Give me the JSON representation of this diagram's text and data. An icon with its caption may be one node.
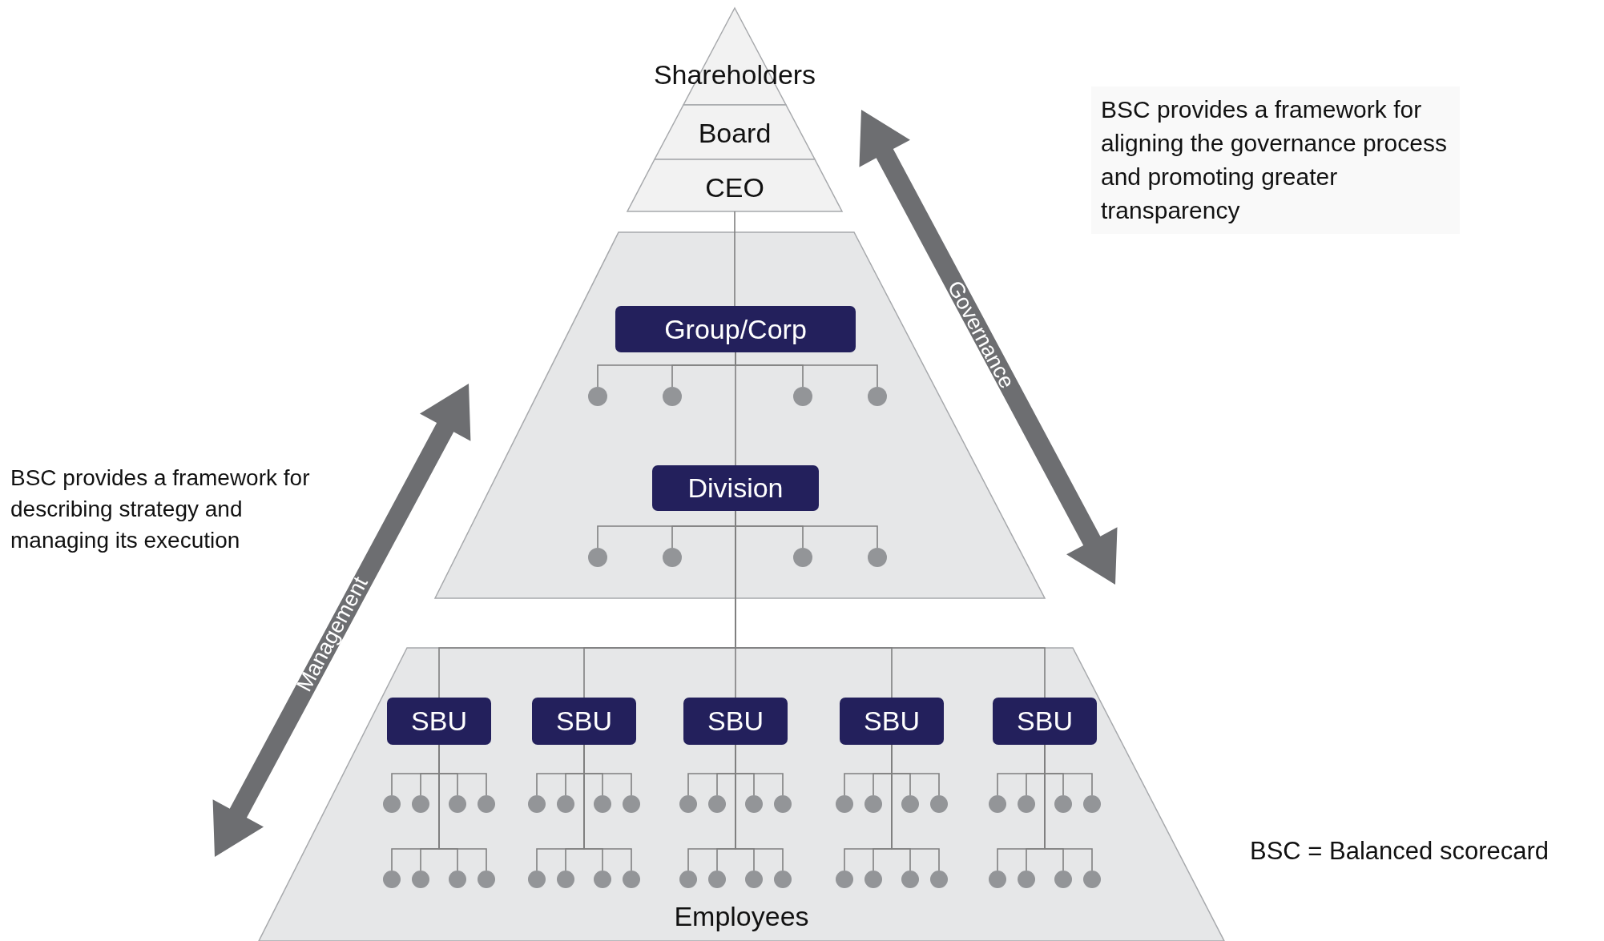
{
  "diagram": {
    "nodes": [
      {
        "text": [
          "Shareholders"
        ]
      },
      {
        "text": [
          "Board"
        ]
      },
      {
        "text": [
          "CEO"
        ]
      },
      {
        "text": [],
        "shape": "trapezoid"
      },
      {
        "text": [
          "Group/Corp"
        ],
        "in": 3
      },
      {
        "text": [
          "Division"
        ],
        "in": 3
      },
      {
        "text": [
          "Employees"
        ]
      },
      {
        "text": [
          "SBU"
        ],
        "in": 6
      },
      {
        "text": [
          "SBU"
        ],
        "in": 6
      },
      {
        "text": [
          "SBU"
        ],
        "in": 6
      },
      {
        "text": [
          "SBU"
        ],
        "in": 6
      },
      {
        "text": [
          "SBU"
        ],
        "in": 6
      },
      {
        "text": [],
        "shape": "circle",
        "in": 3
      },
      {
        "text": [],
        "shape": "circle",
        "in": 3
      },
      {
        "text": [],
        "shape": "circle",
        "in": 3
      },
      {
        "text": [],
        "shape": "circle",
        "in": 3
      },
      {
        "text": [],
        "shape": "circle",
        "in": 3
      },
      {
        "text": [],
        "shape": "circle",
        "in": 3
      },
      {
        "text": [],
        "shape": "circle",
        "in": 3
      },
      {
        "text": [],
        "shape": "circle",
        "in": 3
      },
      {
        "text": [],
        "shape": "circle",
        "in": 6
      },
      {
        "text": [],
        "shape": "circle",
        "in": 6
      },
      {
        "text": [],
        "shape": "circle",
        "in": 6
      },
      {
        "text": [],
        "shape": "circle",
        "in": 6
      },
      {
        "text": [],
        "shape": "circle",
        "in": 6
      },
      {
        "text": [],
        "shape": "circle",
        "in": 6
      },
      {
        "text": [],
        "shape": "circle",
        "in": 6
      },
      {
        "text": [],
        "shape": "circle",
        "in": 6
      },
      {
        "text": [],
        "shape": "circle",
        "in": 6
      },
      {
        "text": [],
        "shape": "circle",
        "in": 6
      },
      {
        "text": [],
        "shape": "circle",
        "in": 6
      },
      {
        "text": [],
        "shape": "circle",
        "in": 6
      },
      {
        "text": [],
        "shape": "circle",
        "in": 6
      },
      {
        "text": [],
        "shape": "circle",
        "in": 6
      },
      {
        "text": [],
        "shape": "circle",
        "in": 6
      },
      {
        "text": [],
        "shape": "circle",
        "in": 6
      },
      {
        "text": [],
        "shape": "circle",
        "in": 6
      },
      {
        "text": [],
        "shape": "circle",
        "in": 6
      },
      {
        "text": [],
        "shape": "circle",
        "in": 6
      },
      {
        "text": [],
        "shape": "circle",
        "in": 6
      },
      {
        "text": [],
        "shape": "circle",
        "in": 6
      },
      {
        "text": [],
        "shape": "circle",
        "in": 6
      },
      {
        "text": [],
        "shape": "circle",
        "in": 6
      },
      {
        "text": [],
        "shape": "circle",
        "in": 6
      },
      {
        "text": [],
        "shape": "circle",
        "in": 6
      },
      {
        "text": [],
        "shape": "circle",
        "in": 6
      },
      {
        "text": [],
        "shape": "circle",
        "in": 6
      },
      {
        "text": [],
        "shape": "circle",
        "in": 6
      },
      {
        "text": [],
        "shape": "circle",
        "in": 6
      },
      {
        "text": [],
        "shape": "circle",
        "in": 6
      },
      {
        "text": [],
        "shape": "circle",
        "in": 6
      },
      {
        "text": [],
        "shape": "circle",
        "in": 6
      },
      {
        "text": [],
        "shape": "circle",
        "in": 6
      },
      {
        "text": [],
        "shape": "circle",
        "in": 6
      },
      {
        "text": [],
        "shape": "circle",
        "in": 6
      },
      {
        "text": [],
        "shape": "circle",
        "in": 6
      },
      {
        "text": [],
        "shape": "circle",
        "in": 6
      },
      {
        "text": [],
        "shape": "circle",
        "in": 6
      },
      {
        "text": [],
        "shape": "circle",
        "in": 6
      },
      {
        "text": [],
        "shape": "circle",
        "in": 6
      }
    ],
    "edges": [
      {
        "from": 2,
        "to": 4,
        "arrow": "none"
      },
      {
        "from": 4,
        "to": 5,
        "arrow": "none"
      },
      {
        "from": 5,
        "to": 7,
        "arrow": "none"
      },
      {
        "from": 5,
        "to": 8,
        "arrow": "none"
      },
      {
        "from": 5,
        "to": 9,
        "arrow": "none"
      },
      {
        "from": 5,
        "to": 10,
        "arrow": "none"
      },
      {
        "from": 5,
        "to": 11,
        "arrow": "none"
      },
      {
        "from": 4,
        "to": 12,
        "arrow": "none"
      },
      {
        "from": 4,
        "to": 13,
        "arrow": "none"
      },
      {
        "from": 4,
        "to": 14,
        "arrow": "none"
      },
      {
        "from": 4,
        "to": 15,
        "arrow": "none"
      },
      {
        "from": 5,
        "to": 16,
        "arrow": "none"
      },
      {
        "from": 5,
        "to": 17,
        "arrow": "none"
      },
      {
        "from": 5,
        "to": 18,
        "arrow": "none"
      },
      {
        "from": 5,
        "to": 19,
        "arrow": "none"
      },
      {
        "from": 7,
        "to": 20,
        "arrow": "none"
      },
      {
        "from": 7,
        "to": 21,
        "arrow": "none"
      },
      {
        "from": 7,
        "to": 22,
        "arrow": "none"
      },
      {
        "from": 7,
        "to": 23,
        "arrow": "none"
      },
      {
        "from": 7,
        "to": 40,
        "arrow": "none"
      },
      {
        "from": 7,
        "to": 41,
        "arrow": "none"
      },
      {
        "from": 7,
        "to": 42,
        "arrow": "none"
      },
      {
        "from": 7,
        "to": 43,
        "arrow": "none"
      },
      {
        "from": 8,
        "to": 24,
        "arrow": "none"
      },
      {
        "from": 8,
        "to": 25,
        "arrow": "none"
      },
      {
        "from": 8,
        "to": 26,
        "arrow": "none"
      },
      {
        "from": 8,
        "to": 27,
        "arrow": "none"
      },
      {
        "from": 8,
        "to": 44,
        "arrow": "none"
      },
      {
        "from": 8,
        "to": 45,
        "arrow": "none"
      },
      {
        "from": 8,
        "to": 46,
        "arrow": "none"
      },
      {
        "from": 8,
        "to": 47,
        "arrow": "none"
      },
      {
        "from": 9,
        "to": 28,
        "arrow": "none"
      },
      {
        "from": 9,
        "to": 29,
        "arrow": "none"
      },
      {
        "from": 9,
        "to": 30,
        "arrow": "none"
      },
      {
        "from": 9,
        "to": 31,
        "arrow": "none"
      },
      {
        "from": 9,
        "to": 48,
        "arrow": "none"
      },
      {
        "from": 9,
        "to": 49,
        "arrow": "none"
      },
      {
        "from": 9,
        "to": 50,
        "arrow": "none"
      },
      {
        "from": 9,
        "to": 51,
        "arrow": "none"
      },
      {
        "from": 10,
        "to": 32,
        "arrow": "none"
      },
      {
        "from": 10,
        "to": 33,
        "arrow": "none"
      },
      {
        "from": 10,
        "to": 34,
        "arrow": "none"
      },
      {
        "from": 10,
        "to": 35,
        "arrow": "none"
      },
      {
        "from": 10,
        "to": 52,
        "arrow": "none"
      },
      {
        "from": 10,
        "to": 53,
        "arrow": "none"
      },
      {
        "from": 10,
        "to": 54,
        "arrow": "none"
      },
      {
        "from": 10,
        "to": 55,
        "arrow": "none"
      },
      {
        "from": 11,
        "to": 36,
        "arrow": "none"
      },
      {
        "from": 11,
        "to": 37,
        "arrow": "none"
      },
      {
        "from": 11,
        "to": 38,
        "arrow": "none"
      },
      {
        "from": 11,
        "to": 39,
        "arrow": "none"
      },
      {
        "from": 11,
        "to": 56,
        "arrow": "none"
      },
      {
        "from": 11,
        "to": 57,
        "arrow": "none"
      },
      {
        "from": 11,
        "to": 58,
        "arrow": "none"
      },
      {
        "from": 11,
        "to": 59,
        "arrow": "none"
      }
    ],
    "labels": [
      "BSC provides a framework for aligning the governance process and promoting greater transparency",
      "Governance",
      "BSC provides a framework for describing strategy and managing its execution",
      "Management",
      "BSC = Balanced scorecard"
    ]
  }
}
